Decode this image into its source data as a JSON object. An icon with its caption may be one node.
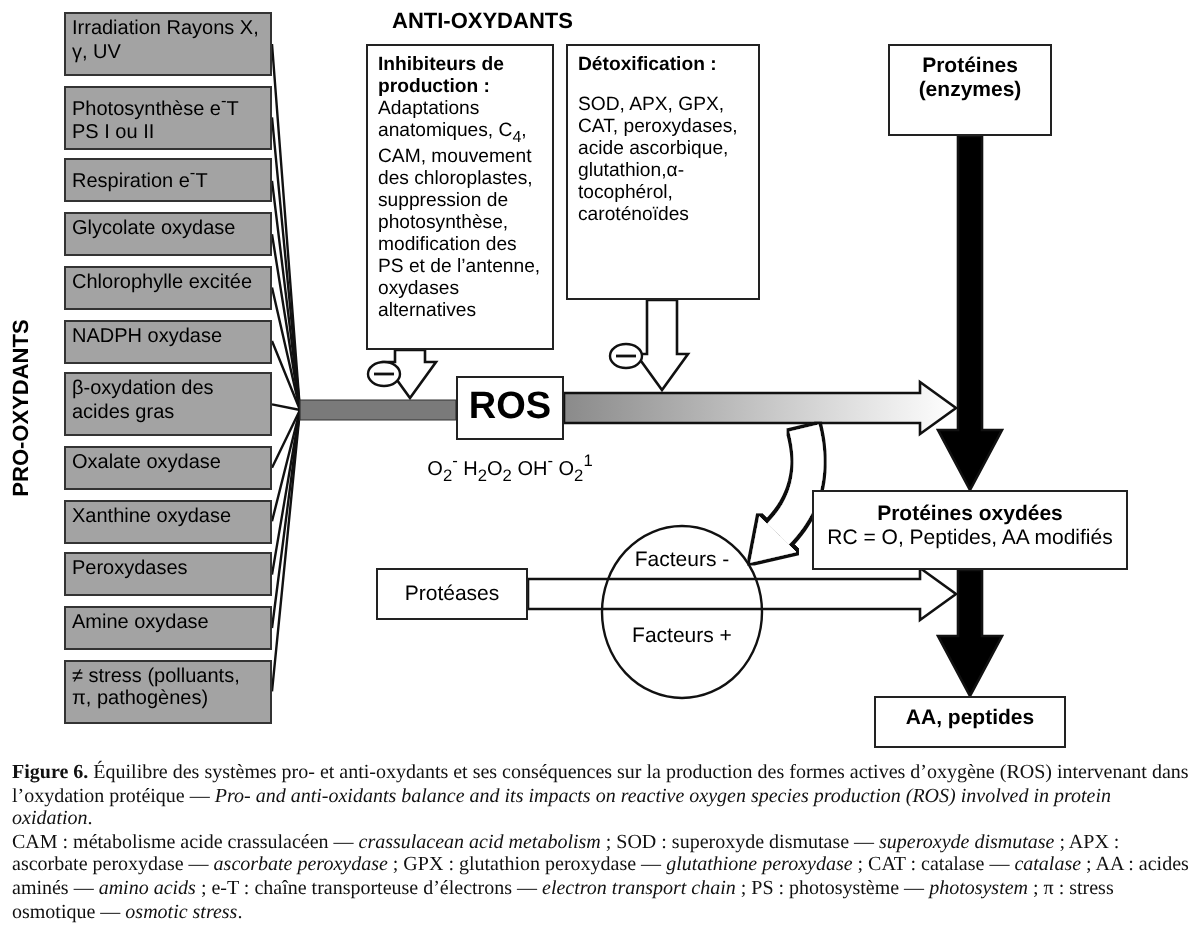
{
  "diagram": {
    "caption": "**Figure 6.** Équilibre des systèmes pro- et anti-oxydants et ses conséquences sur la production des formes actives d’oxygène (ROS) intervenant dans l’oxydation protéique — *Pro- and anti-oxidants balance and its impacts on reactive oxygen species production (ROS) involved in protein oxidation*.",
    "nodes": [
      {
        "text": [
          "Irradiation Rayons X, γ, UV"
        ]
      },
      {
        "text": [
          "Photosynthèse e$^{-}$T PS I ou II"
        ]
      },
      {
        "text": [
          "Respiration e$^{-}$T"
        ]
      },
      {
        "text": [
          "Glycolate oxydase"
        ]
      },
      {
        "text": [
          "Chlorophylle excitée"
        ]
      },
      {
        "text": [
          "NADPH oxydase"
        ]
      },
      {
        "text": [
          "β-oxydation des acides gras"
        ]
      },
      {
        "text": [
          "Oxalate oxydase"
        ]
      },
      {
        "text": [
          "Xanthine oxydase"
        ]
      },
      {
        "text": [
          "Peroxydases"
        ]
      },
      {
        "text": [
          "Amine oxydase"
        ]
      },
      {
        "text": [
          "≠ stress (polluants, π, pathogènes)"
        ]
      },
      {
        "text": [
          "Inhibiteurs de production :",
          "Adaptations anatomiques, C$_{4}$, CAM, mouvement des chloroplastes, suppression de photosynthèse, modification des PS et de l’antenne, oxydases alternatives"
        ]
      },
      {
        "text": [
          "Détoxification :",
          "SOD, APX, GPX, CAT, peroxydases, acide ascorbique, glutathion,α-tocophérol, caroténoïdes"
        ]
      },
      {
        "text": [
          "Protéines (enzymes)"
        ]
      },
      {
        "text": [
          "ROS"
        ],
        "beside": [
          "O$_{2}$$^{-}$ H$_{2}$O$_{2}$ OH$^{-}$ O$_{2}$$^{1}$"
        ]
      },
      {
        "text": [
          "Protéines oxydées",
          "RC = O, Peptides, AA modifiés"
        ]
      },
      {
        "text": [
          "Protéases"
        ]
      },
      {
        "text": [
          "Facteurs -",
          "Facteurs +"
        ]
      },
      {
        "text": [
          "AA, peptides"
        ]
      }
    ],
    "edges": [
      {
        "from": 0,
        "to": 15,
        "arrow": "none"
      },
      {
        "from": 1,
        "to": 15,
        "arrow": "none"
      },
      {
        "from": 2,
        "to": 15,
        "arrow": "none"
      },
      {
        "from": 3,
        "to": 15,
        "arrow": "none"
      },
      {
        "from": 4,
        "to": 15,
        "arrow": "none"
      },
      {
        "from": 5,
        "to": 15,
        "arrow": "none"
      },
      {
        "from": 6,
        "to": 15,
        "arrow": "none"
      },
      {
        "from": 7,
        "to": 15,
        "arrow": "none"
      },
      {
        "from": 8,
        "to": 15,
        "arrow": "none"
      },
      {
        "from": 9,
        "to": 15,
        "arrow": "none"
      },
      {
        "from": 10,
        "to": 15,
        "arrow": "none"
      },
      {
        "from": 11,
        "to": 15,
        "arrow": "none"
      },
      {
        "from": 12,
        "to": null,
        "arrow": "to",
        "style": "thick",
        "color": "#ffffff"
      },
      {
        "from": 13,
        "to": null,
        "arrow": "to",
        "style": "thick",
        "color": "#ffffff"
      },
      {
        "from": 15,
        "to": null,
        "arrow": "to",
        "style": "thick",
        "color": "#ffffff"
      },
      {
        "from": 14,
        "to": 16,
        "arrow": "to",
        "style": "thick"
      },
      {
        "from": null,
        "to": 18,
        "arrow": "to",
        "style": "thick",
        "color": "#ffffff"
      },
      {
        "from": 17,
        "to": null,
        "arrow": "to",
        "style": "thick",
        "color": "#ffffff"
      },
      {
        "from": 16,
        "to": 19,
        "arrow": "to",
        "style": "thick"
      }
    ],
    "labels": [
      "PRO-OXYDANTS",
      "ANTI-OXYDANTS",
      "CAM : métabolisme acide crassulacéen — *crassulacean acid metabolism* ; SOD : superoxyde dismutase — *superoxyde dismutase* ; APX : ascorbate peroxydase — *ascorbate peroxydase* ; GPX : glutathion peroxydase — *glutathione peroxydase* ; CAT : catalase — *catalase* ; AA : acides aminés — *amino acids* ; e-T : chaîne transporteuse d’électrons — *electron transport chain* ; PS : photosystème — *photosystem* ; π : stress osmotique — *osmotic stress*."
    ]
  }
}
